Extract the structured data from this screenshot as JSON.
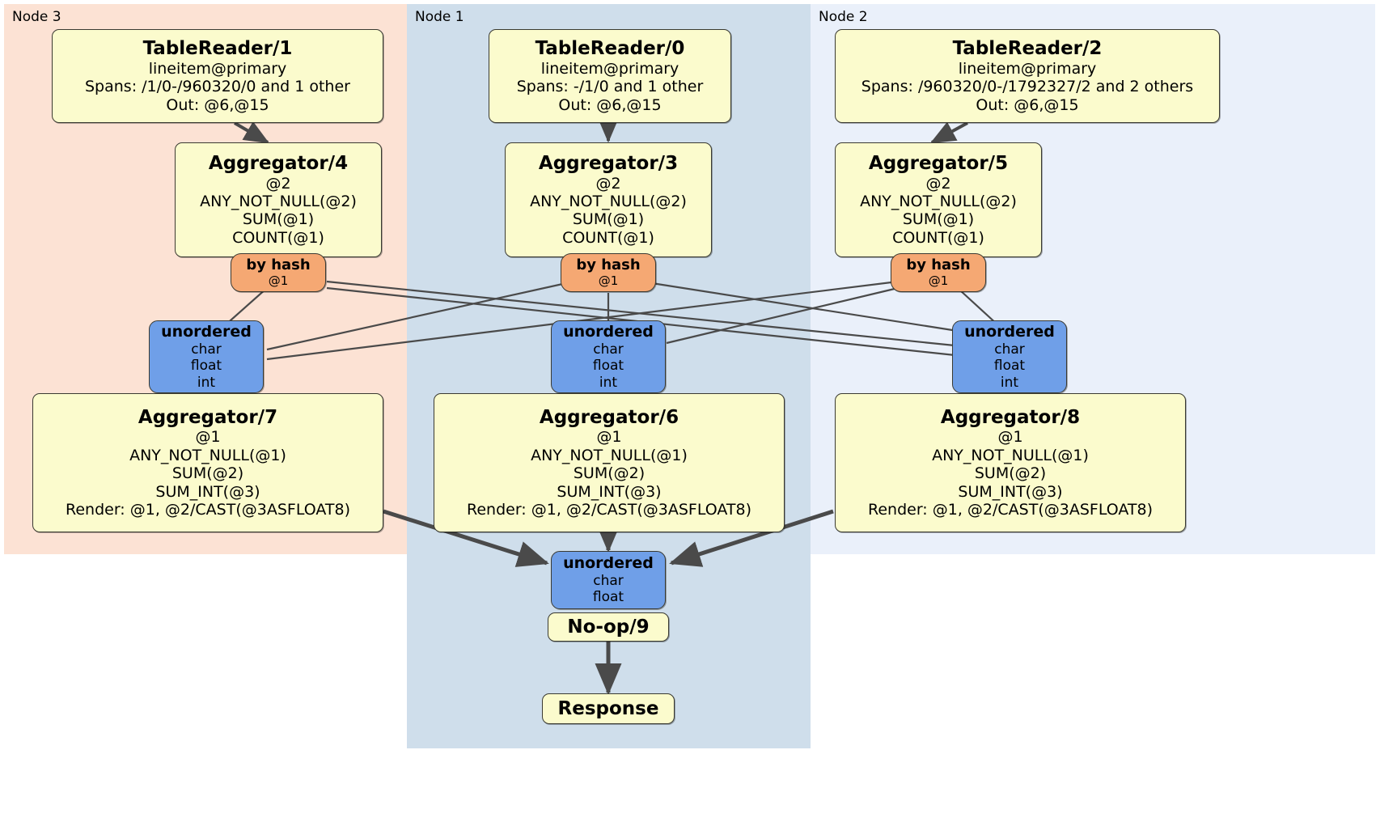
{
  "diagram": {
    "type": "distributed-query-execution-plan",
    "colors": {
      "node3_panel": "#fce2d4",
      "node1_panel": "#cfdeeb",
      "node2_panel": "#eaf0fa",
      "processor_box": "#fbfbcd",
      "router_box": "#f5a873",
      "sync_box": "#6f9fe8",
      "edge": "#4a4a4a",
      "border": "#3a3a32"
    },
    "panels": [
      {
        "id": "node3",
        "label": "Node 3"
      },
      {
        "id": "node1",
        "label": "Node 1"
      },
      {
        "id": "node2",
        "label": "Node 2"
      }
    ]
  },
  "node3": {
    "label": "Node 3",
    "table_reader": {
      "title": "TableReader/1",
      "table": "lineitem@primary",
      "spans": "Spans: /1/0-/960320/0 and 1 other",
      "out": "Out: @6,@15"
    },
    "aggregator_local": {
      "title": "Aggregator/4",
      "group": "@2",
      "agg1": "ANY_NOT_NULL(@2)",
      "agg2": "SUM(@1)",
      "agg3": "COUNT(@1)"
    },
    "router": {
      "title": "by hash",
      "column": "@1"
    },
    "sync": {
      "title": "unordered",
      "type1": "char",
      "type2": "float",
      "type3": "int"
    },
    "aggregator_final": {
      "title": "Aggregator/7",
      "group": "@1",
      "agg1": "ANY_NOT_NULL(@1)",
      "agg2": "SUM(@2)",
      "agg3": "SUM_INT(@3)",
      "render": "Render: @1, @2/CAST(@3ASFLOAT8)"
    }
  },
  "node1": {
    "label": "Node 1",
    "table_reader": {
      "title": "TableReader/0",
      "table": "lineitem@primary",
      "spans": "Spans: -/1/0 and 1 other",
      "out": "Out: @6,@15"
    },
    "aggregator_local": {
      "title": "Aggregator/3",
      "group": "@2",
      "agg1": "ANY_NOT_NULL(@2)",
      "agg2": "SUM(@1)",
      "agg3": "COUNT(@1)"
    },
    "router": {
      "title": "by hash",
      "column": "@1"
    },
    "sync": {
      "title": "unordered",
      "type1": "char",
      "type2": "float",
      "type3": "int"
    },
    "aggregator_final": {
      "title": "Aggregator/6",
      "group": "@1",
      "agg1": "ANY_NOT_NULL(@1)",
      "agg2": "SUM(@2)",
      "agg3": "SUM_INT(@3)",
      "render": "Render: @1, @2/CAST(@3ASFLOAT8)"
    },
    "final_sync": {
      "title": "unordered",
      "type1": "char",
      "type2": "float"
    },
    "noop": {
      "title": "No-op/9"
    },
    "response": {
      "title": "Response"
    }
  },
  "node2": {
    "label": "Node 2",
    "table_reader": {
      "title": "TableReader/2",
      "table": "lineitem@primary",
      "spans": "Spans: /960320/0-/1792327/2 and 2 others",
      "out": "Out: @6,@15"
    },
    "aggregator_local": {
      "title": "Aggregator/5",
      "group": "@2",
      "agg1": "ANY_NOT_NULL(@2)",
      "agg2": "SUM(@1)",
      "agg3": "COUNT(@1)"
    },
    "router": {
      "title": "by hash",
      "column": "@1"
    },
    "sync": {
      "title": "unordered",
      "type1": "char",
      "type2": "float",
      "type3": "int"
    },
    "aggregator_final": {
      "title": "Aggregator/8",
      "group": "@1",
      "agg1": "ANY_NOT_NULL(@1)",
      "agg2": "SUM(@2)",
      "agg3": "SUM_INT(@3)",
      "render": "Render: @1, @2/CAST(@3ASFLOAT8)"
    }
  }
}
